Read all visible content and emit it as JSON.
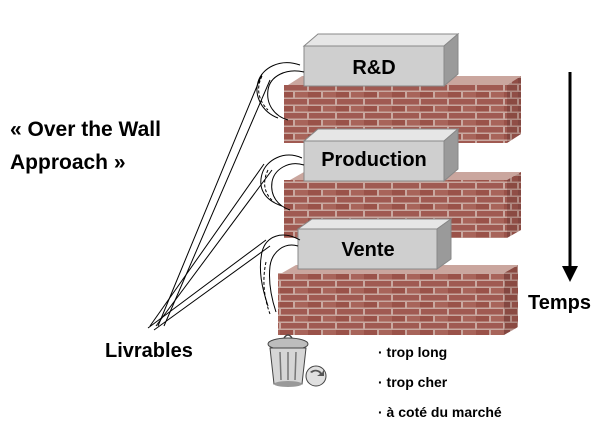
{
  "diagram": {
    "title_line1": "« Over the Wall",
    "title_line2": "Approach »",
    "stages": [
      "R&D",
      "Production",
      "Vente"
    ],
    "time_label": "Temps",
    "deliverables_label": "Livrables",
    "problems": [
      "· trop long",
      "· trop cher",
      "· à coté du marché"
    ],
    "icons": [
      "brick-wall-icon",
      "trash-can-icon",
      "down-arrow-icon"
    ],
    "colors": {
      "brick": "#a05a52",
      "mortar": "#c9a8a0",
      "block_front": "#cfcfcf",
      "block_top": "#e6e6e6",
      "block_side": "#9a9a9a"
    }
  }
}
